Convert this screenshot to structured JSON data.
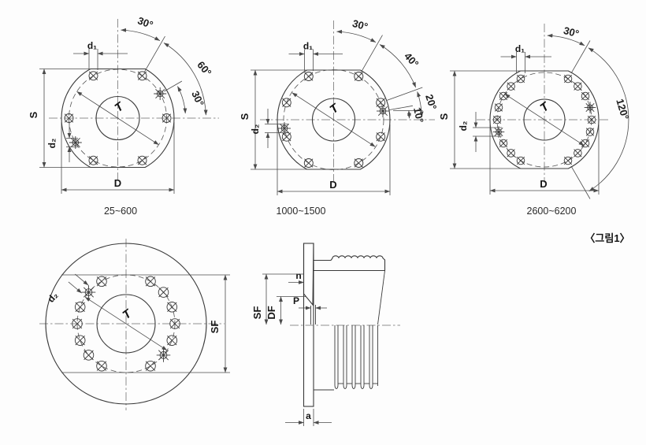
{
  "figure_label": "〈그림1〉",
  "colors": {
    "section_fill": "#eae3c3"
  },
  "diagrams": {
    "flange_25_600": {
      "caption": "25~600",
      "dims": {
        "d1": "d₁",
        "s": "S",
        "d2": "d₂",
        "t": "T",
        "d": "D"
      },
      "angles": [
        "30°",
        "60°",
        "30°"
      ]
    },
    "flange_1000_1500": {
      "caption": "1000~1500",
      "dims": {
        "d1": "d₁",
        "s": "S",
        "d2": "d₂",
        "t": "T",
        "d": "D"
      },
      "angles": [
        "30°",
        "40°",
        "20°",
        "10°"
      ]
    },
    "flange_2600_6200": {
      "caption": "2600~6200",
      "dims": {
        "d1": "d₁",
        "s": "S",
        "d2": "d₂",
        "t": "T",
        "d": "D"
      },
      "angles": [
        "30°",
        "120°"
      ]
    },
    "flange_face": {
      "dims": {
        "d2": "d₂",
        "t": "T",
        "sf": "SF"
      }
    },
    "pipe_section": {
      "dims": {
        "n": "n",
        "p": "P",
        "sf": "SF",
        "df": "DF",
        "a": "a"
      }
    }
  }
}
